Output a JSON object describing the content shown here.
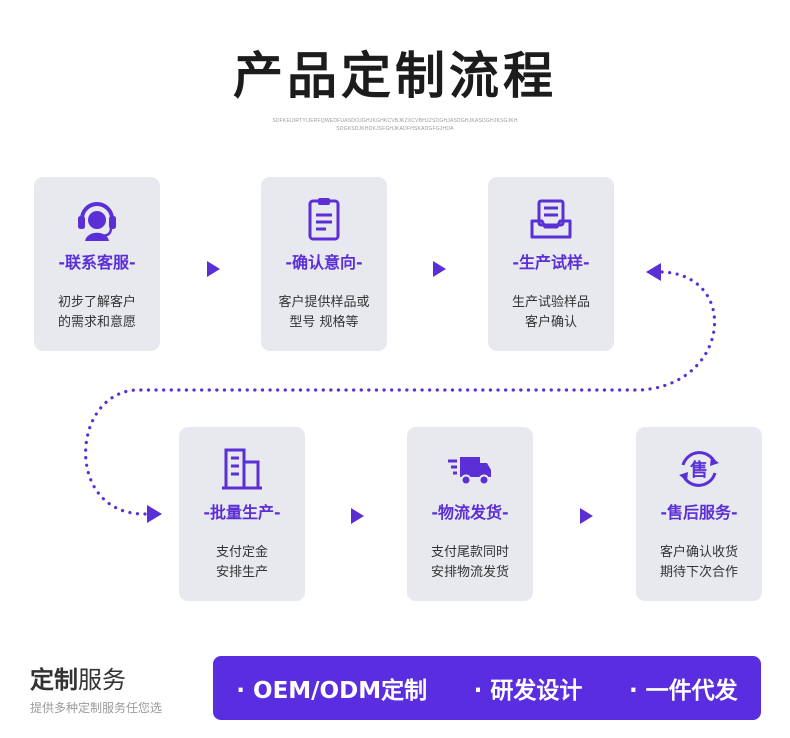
{
  "header": {
    "title": "产品定制流程",
    "subtitle_line1": "SDFKEUIRTYIJERFQWEDFUASDOJGHJKGHKCVBJKZXCVBHJZSDGHJASDGHJKASDGHJKSGJKH",
    "subtitle_line2": "SDGKSDJKHDKJSFGHJKADFHSKADGFGJHDA"
  },
  "steps": [
    {
      "title": "-联系客服-",
      "desc1": "初步了解客户",
      "desc2": "的需求和意愿",
      "icon": "headset-icon"
    },
    {
      "title": "-确认意向-",
      "desc1": "客户提供样品或",
      "desc2": "型号 规格等",
      "icon": "clipboard-icon"
    },
    {
      "title": "-生产试样-",
      "desc1": "生产试验样品",
      "desc2": "客户确认",
      "icon": "tray-document-icon"
    },
    {
      "title": "-批量生产-",
      "desc1": "支付定金",
      "desc2": "安排生产",
      "icon": "factory-building-icon"
    },
    {
      "title": "-物流发货-",
      "desc1": "支付尾款同时",
      "desc2": "安排物流发货",
      "icon": "delivery-truck-icon"
    },
    {
      "title": "-售后服务-",
      "desc1": "客户确认收货",
      "desc2": "期待下次合作",
      "icon": "after-sale-icon",
      "icon_char": "售"
    }
  ],
  "footer": {
    "title_bold": "定制",
    "title_rest": "服务",
    "subtitle": "提供多种定制服务任您选",
    "items": [
      "· OEM/ODM定制",
      "· 研发设计",
      "· 一件代发"
    ]
  },
  "colors": {
    "accent": "#5b2fd6",
    "card_bg": "#e8e9ef",
    "banner": "#5a2ee0"
  }
}
